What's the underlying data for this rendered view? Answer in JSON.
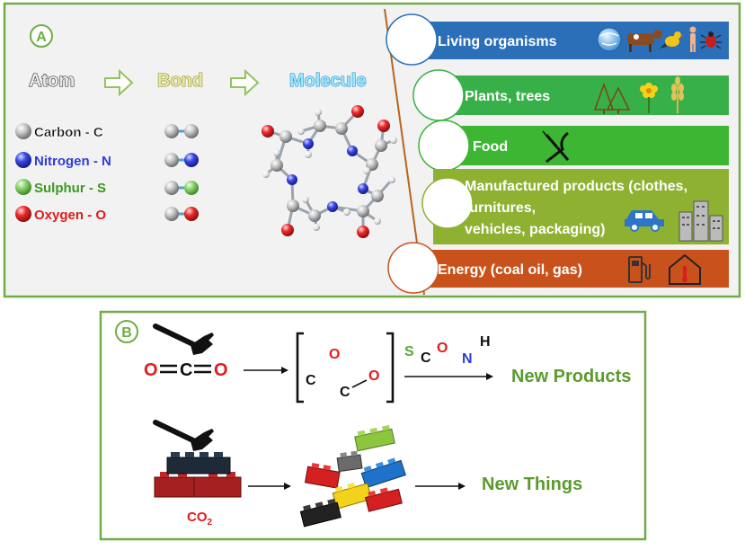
{
  "panel_a": {
    "label": "A",
    "flow": {
      "atom": "Atom",
      "bond": "Bond",
      "molecule": "Molecule"
    },
    "elements": [
      {
        "name": "Carbon",
        "symbol": "C",
        "color": "#b0b0b0",
        "text_color": "#111111"
      },
      {
        "name": "Nitrogen",
        "symbol": "N",
        "color": "#2f3ddb",
        "text_color": "#2f3ddb"
      },
      {
        "name": "Sulphur",
        "symbol": "S",
        "color": "#7ccc5e",
        "text_color": "#3a9a1c"
      },
      {
        "name": "Oxygen",
        "symbol": "O",
        "color": "#ee2222",
        "text_color": "#e21b1b"
      }
    ],
    "separator": " - ",
    "categories": [
      {
        "lines": [
          "Living organisms"
        ],
        "color": "#2b6fb8",
        "icons": [
          "globe-icon",
          "cow-icon",
          "bird-icon",
          "human-icon",
          "bug-icon"
        ]
      },
      {
        "lines": [
          "Plants, trees"
        ],
        "color": "#38b04a",
        "icons": [
          "tree-icon",
          "flower-icon",
          "wheat-icon"
        ]
      },
      {
        "lines": [
          "Food"
        ],
        "color": "#3db634",
        "icons": [
          "fork-knife-icon"
        ]
      },
      {
        "lines": [
          "Manufactured products (clothes,",
          "furnitures,",
          "vehicles, packaging)"
        ],
        "color": "#8fb131",
        "icons": [
          "car-icon",
          "buildings-icon"
        ]
      },
      {
        "lines": [
          "Energy (coal oil, gas)"
        ],
        "color": "#c9521c",
        "icons": [
          "fuel-pump-icon",
          "house-heat-icon"
        ]
      }
    ]
  },
  "panel_b": {
    "label": "B",
    "co2_formula": {
      "o1": "O",
      "c": "C",
      "o2": "O"
    },
    "bracket_atoms": {
      "c1": "C",
      "o1": "O",
      "c2": "C",
      "o2": "O"
    },
    "reagents": {
      "s": "S",
      "c": "C",
      "o": "O",
      "n": "N",
      "h": "H"
    },
    "result_1": "New Products",
    "co2_label": {
      "main": "CO",
      "sub": "2"
    },
    "result_2": "New Things"
  },
  "colors": {
    "frame_green": "#70ad47",
    "result_green": "#5a9b2e",
    "flow_molecule": "#2aa8d8",
    "flow_bond": "#a8a838",
    "oxygen_red": "#e21b1b",
    "nitrogen_blue": "#2a3fd6",
    "sulphur_green": "#5aa832",
    "panel_a_bg": "#f2f2f2"
  }
}
